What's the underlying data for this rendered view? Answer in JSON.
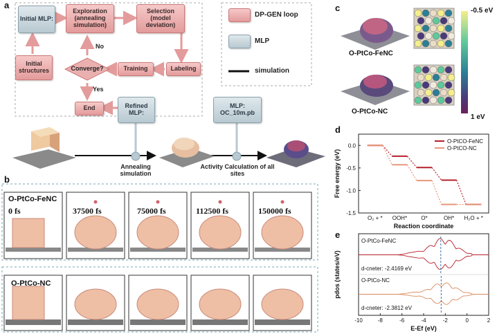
{
  "panel_a": {
    "letter": "a",
    "initial_mlp": "Initial MLP:",
    "initial_structures": "Initial structures",
    "exploration": "Exploration (annealing simulation)",
    "selection": "Selection (model deviation)",
    "labeling": "Labeling",
    "training": "Training",
    "converge": "Converge?",
    "no": "No",
    "yes": "Yes",
    "end": "End",
    "refined": "Refined MLP:",
    "mlp_oc": "MLP: OC_10m.pb",
    "legend_dpgen": "DP-GEN loop",
    "legend_mlp": "MLP",
    "legend_sim": "simulation",
    "annealing": "Annealing simulation",
    "activity": "Activity Calculation of all sites"
  },
  "panel_b": {
    "letter": "b",
    "sample1": "O-PtCo-FeNC",
    "sample2": "O-PtCo-NC",
    "times": [
      "0 fs",
      "37500 fs",
      "75000 fs",
      "112500 fs",
      "150000 fs"
    ]
  },
  "panel_c": {
    "letter": "c",
    "label1": "O-PtCo-FeNC",
    "label2": "O-PtCo-NC",
    "cbar_top": "-0.5 eV",
    "cbar_bottom": "1 eV"
  },
  "panel_d": {
    "letter": "d",
    "chart_data": {
      "type": "line",
      "ylabel": "Free energy (eV)",
      "xlabel": "Reaction coordinate",
      "categories": [
        "O2 + *",
        "OOH*",
        "O*",
        "OH*",
        "H2O + *"
      ],
      "category_labels": [
        "O₂ + *",
        "OOH*",
        "O*",
        "OH*",
        "H₂O + *"
      ],
      "ylim": [
        -1.5,
        0.25
      ],
      "yticks": [
        "0.0",
        "-0.5",
        "-1.0",
        "-1.5"
      ],
      "legend_position": "top-right",
      "series": [
        {
          "name": "O-PtCO-FeNC",
          "color": "#b51f2a",
          "values": [
            0.0,
            -0.24,
            -0.49,
            -0.77,
            -1.31
          ]
        },
        {
          "name": "O-PtCO-NC",
          "color": "#e8967a",
          "values": [
            0.0,
            -0.43,
            -0.78,
            -1.31,
            -1.31
          ]
        }
      ]
    }
  },
  "panel_e": {
    "letter": "e",
    "chart_data": {
      "type": "area",
      "ylabel": "pdos (states/eV)",
      "xlabel": "E-Ef (eV)",
      "xlim": [
        -10,
        2
      ],
      "xticks": [
        "-10",
        "-8",
        "-6",
        "-4",
        "-2",
        "0",
        "2"
      ],
      "series": [
        {
          "name": "O-PtCo-FeNC",
          "color": "#b51f2a",
          "d_center_label": "d-cneter: -2.4169 eV",
          "d_center": -2.4169
        },
        {
          "name": "O-PtCo-NC",
          "color": "#d98a5c",
          "d_center_label": "d-cneter: -2.3812 eV",
          "d_center": -2.3812
        }
      ]
    }
  },
  "colors": {
    "pink_box": "#e8a5a5",
    "blue_box": "#c3d2d9",
    "feNC_red": "#b51f2a",
    "nc_orange": "#e8967a",
    "frame_dash": "#7aa6b0"
  }
}
